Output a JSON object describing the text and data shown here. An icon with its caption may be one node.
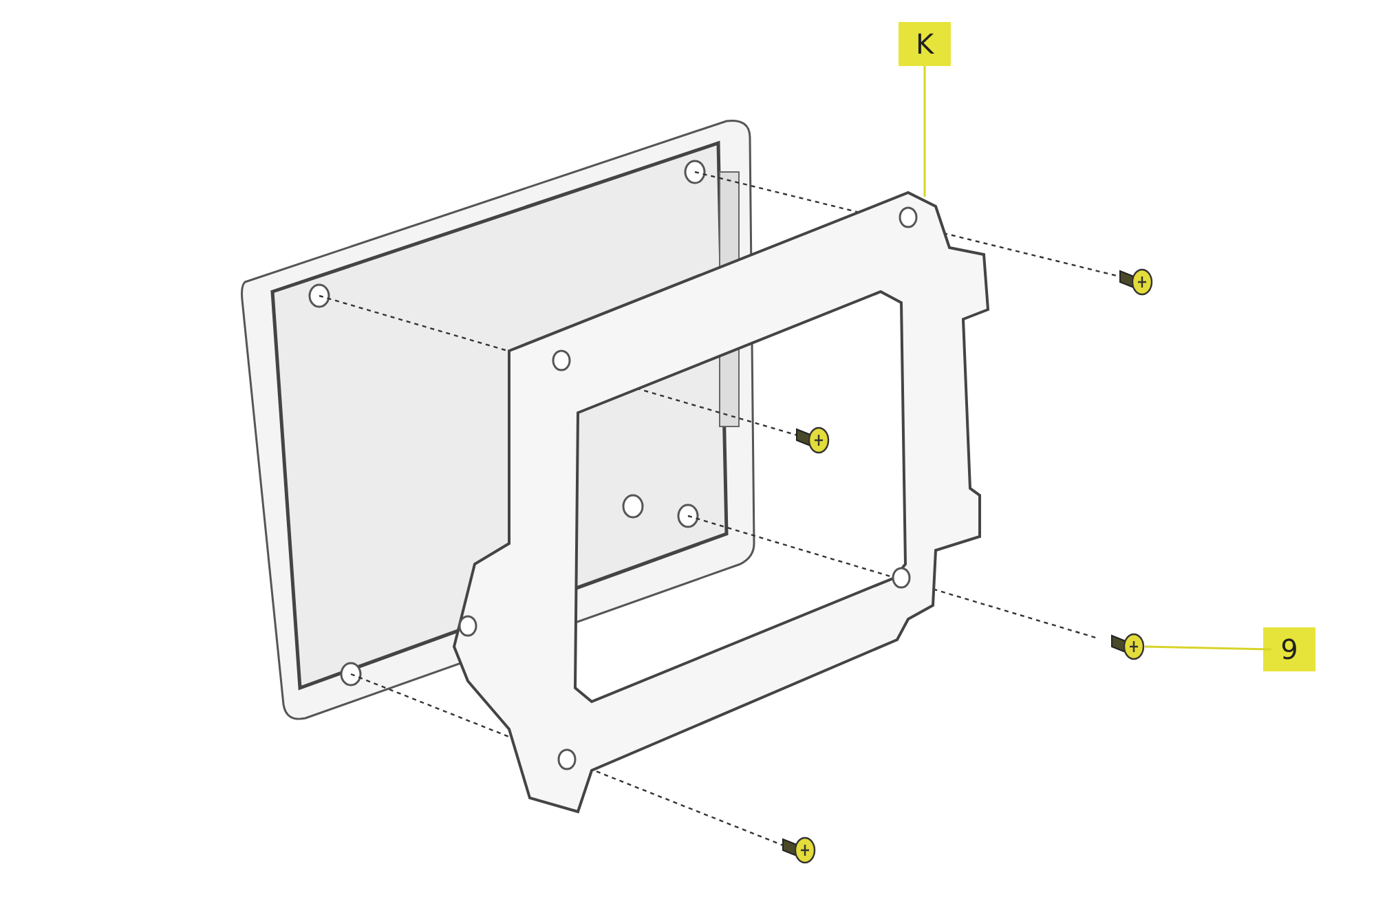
{
  "diagram": {
    "nodes": [
      {
        "text": [
          "K"
        ]
      },
      {
        "text": [],
        "shape": "picture"
      },
      {
        "text": [
          "9"
        ]
      },
      {
        "text": [],
        "shape": "picture"
      }
    ],
    "edges": [
      {
        "from": 0,
        "to": 1,
        "arrow": "none"
      },
      {
        "from": 2,
        "to": 3,
        "arrow": "none"
      }
    ]
  }
}
